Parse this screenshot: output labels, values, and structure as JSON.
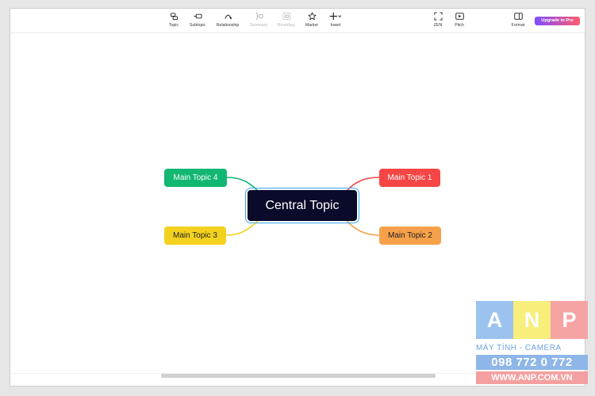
{
  "toolbar": {
    "topic": "Topic",
    "subtopic": "Subtopic",
    "relationship": "Relationship",
    "summary": "Summary",
    "boundary": "Boundary",
    "marker": "Marker",
    "insert": "Insert",
    "zen": "ZEN",
    "pitch": "Pitch",
    "format": "Format",
    "upgrade": "Upgrade to Pro"
  },
  "mindmap": {
    "central": "Central Topic",
    "topics": [
      "Main Topic 1",
      "Main Topic 2",
      "Main Topic 3",
      "Main Topic 4"
    ],
    "colors": {
      "central": "#0a0a2a",
      "topic1": "#f54545",
      "topic2": "#f6a14a",
      "topic3": "#f3d11f",
      "topic4": "#12b771",
      "selection": "#3aa5f5"
    }
  },
  "watermark": {
    "letters": [
      "A",
      "N",
      "P"
    ],
    "line1": "MÁY TÍNH - CAMERA",
    "phone": "098 772 0 772",
    "site": "WWW.ANP.COM.VN"
  }
}
